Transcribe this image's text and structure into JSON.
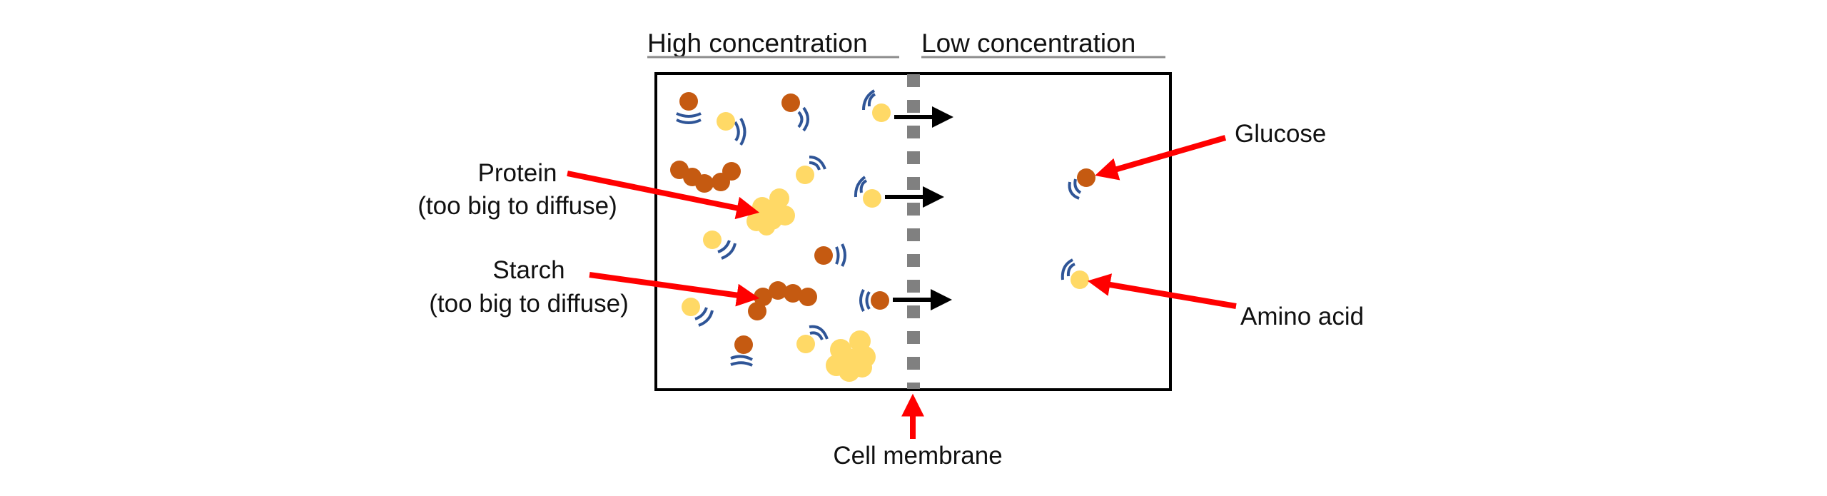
{
  "headings": {
    "high": "High concentration",
    "low": "Low concentration"
  },
  "labels": {
    "protein": {
      "name": "Protein",
      "note": "(too big to diffuse)"
    },
    "starch": {
      "name": "Starch",
      "note": "(too big to diffuse)"
    },
    "glucose": "Glucose",
    "amino_acid": "Amino acid",
    "membrane": "Cell membrane"
  },
  "colors": {
    "glucose": "#C55A11",
    "amino_acid": "#FFD966",
    "motion_marks": "#2F5597",
    "pointer_arrow": "#FF0000",
    "diffusion_arrow": "#000000",
    "membrane": "#808080",
    "underline": "#8C8C8C",
    "box": "#000000"
  },
  "legend_semantics": {
    "brown_circle": "glucose",
    "yellow_circle": "amino_acid",
    "brown_chain": "starch",
    "yellow_cluster": "protein"
  }
}
